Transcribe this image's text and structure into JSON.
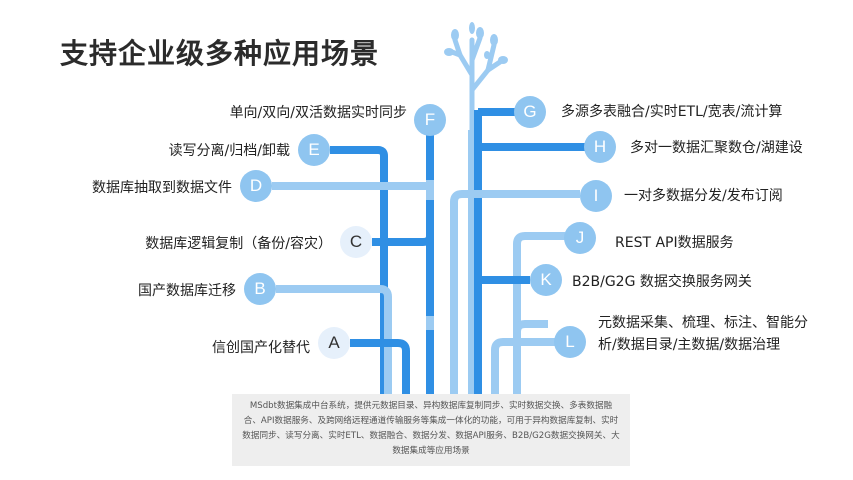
{
  "title": "支持企业级多种应用场景",
  "colors": {
    "dark_blue": "#2f8fe4",
    "light_blue": "#9ccbf2",
    "node_dark": "#3c97e6",
    "node_light": "#8fc5f0"
  },
  "left": [
    {
      "letter": "F",
      "label": "单向/双向/双活数据实时同步"
    },
    {
      "letter": "E",
      "label": "读写分离/归档/卸载"
    },
    {
      "letter": "D",
      "label": "数据库抽取到数据文件"
    },
    {
      "letter": "C",
      "label": "数据库逻辑复制（备份/容灾）"
    },
    {
      "letter": "B",
      "label": "国产数据库迁移"
    },
    {
      "letter": "A",
      "label": "信创国产化替代"
    }
  ],
  "right": [
    {
      "letter": "G",
      "label": "多源多表融合/实时ETL/宽表/流计算"
    },
    {
      "letter": "H",
      "label": "多对一数据汇聚数仓/湖建设"
    },
    {
      "letter": "I",
      "label": "一对多数据分发/发布订阅"
    },
    {
      "letter": "J",
      "label": "REST API数据服务"
    },
    {
      "letter": "K",
      "label": "B2B/G2G 数据交换服务网关"
    },
    {
      "letter": "L",
      "label": "元数据采集、梳理、标注、智能分析/数据目录/主数据/数据治理"
    }
  ],
  "footer": "MSdbt数据集成中台系统，提供元数据目录、异构数据库复制同步、实时数据交换、多表数据融合、API数据服务、及跨网络远程通道传输服务等集成一体化的功能，可用于异构数据库复制、实时数据同步、读写分离、实时ETL、数据融合、数据分发、数据API服务、B2B/G2G数据交换网关、大数据集成等应用场景"
}
